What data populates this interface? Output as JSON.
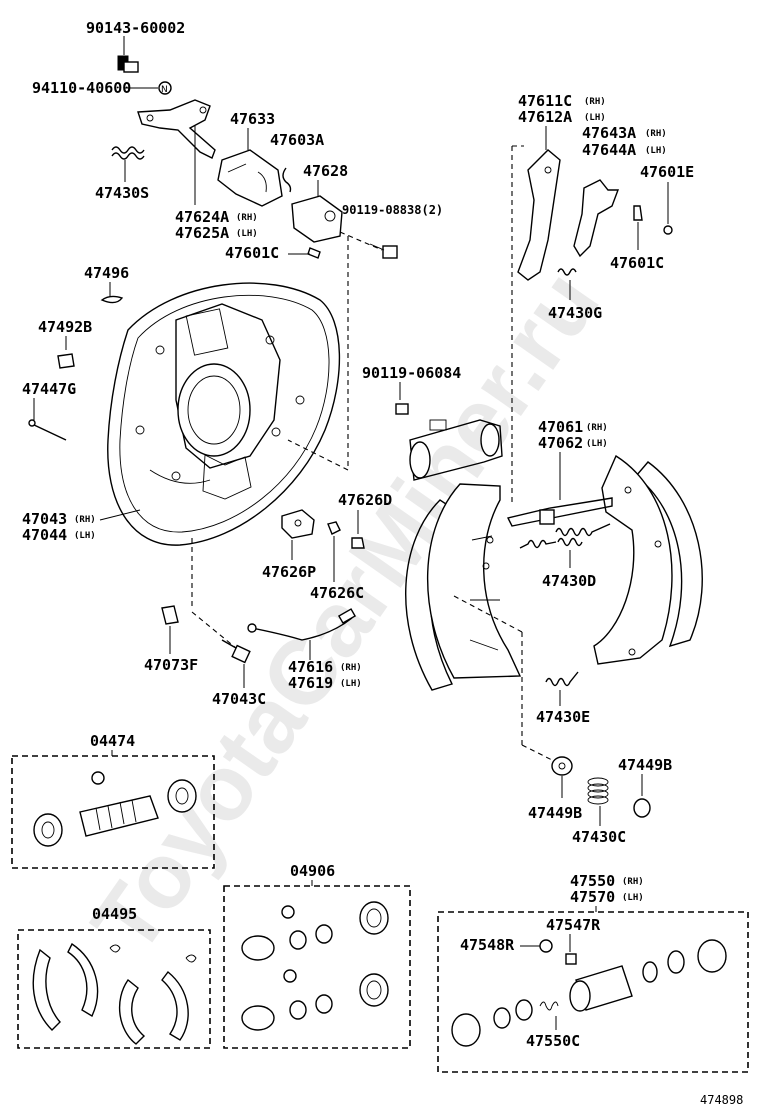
{
  "watermark": "ToyotaCarMiner.ru",
  "figure_number": "474898",
  "labels": {
    "p90143_60002": "90143-60002",
    "p94110_40600": "94110-40600",
    "p47633": "47633",
    "p47603A": "47603A",
    "p47430S": "47430S",
    "p47628": "47628",
    "p47624A": "47624A",
    "p47624A_sfx": "(RH)",
    "p47625A": "47625A",
    "p47625A_sfx": "(LH)",
    "p90119_08838": "90119-08838(2)",
    "p47601C_a": "47601C",
    "p47496": "47496",
    "p47492B": "47492B",
    "p47447G": "47447G",
    "p47043": "47043",
    "p47043_sfx": "(RH)",
    "p47044": "47044",
    "p47044_sfx": "(LH)",
    "p47611C": "47611C",
    "p47611C_sfx": "(RH)",
    "p47612A": "47612A",
    "p47612A_sfx": "(LH)",
    "p47643A": "47643A",
    "p47643A_sfx": "(RH)",
    "p47644A": "47644A",
    "p47644A_sfx": "(LH)",
    "p47601E": "47601E",
    "p47601C_b": "47601C",
    "p47430G": "47430G",
    "p90119_06084": "90119-06084",
    "p47061": "47061",
    "p47061_sfx": "(RH)",
    "p47062": "47062",
    "p47062_sfx": "(LH)",
    "p47626D": "47626D",
    "p47626P": "47626P",
    "p47626C": "47626C",
    "p47430D": "47430D",
    "p47073F": "47073F",
    "p47616": "47616",
    "p47616_sfx": "(RH)",
    "p47619": "47619",
    "p47619_sfx": "(LH)",
    "p47043C": "47043C",
    "p47430E": "47430E",
    "p04474": "04474",
    "p47449B_a": "47449B",
    "p47449B_b": "47449B",
    "p47430C": "47430C",
    "p04495": "04495",
    "p04906": "04906",
    "p47550": "47550",
    "p47550_sfx": "(RH)",
    "p47570": "47570",
    "p47570_sfx": "(LH)",
    "p47547R": "47547R",
    "p47548R": "47548R",
    "p47550C": "47550C"
  }
}
